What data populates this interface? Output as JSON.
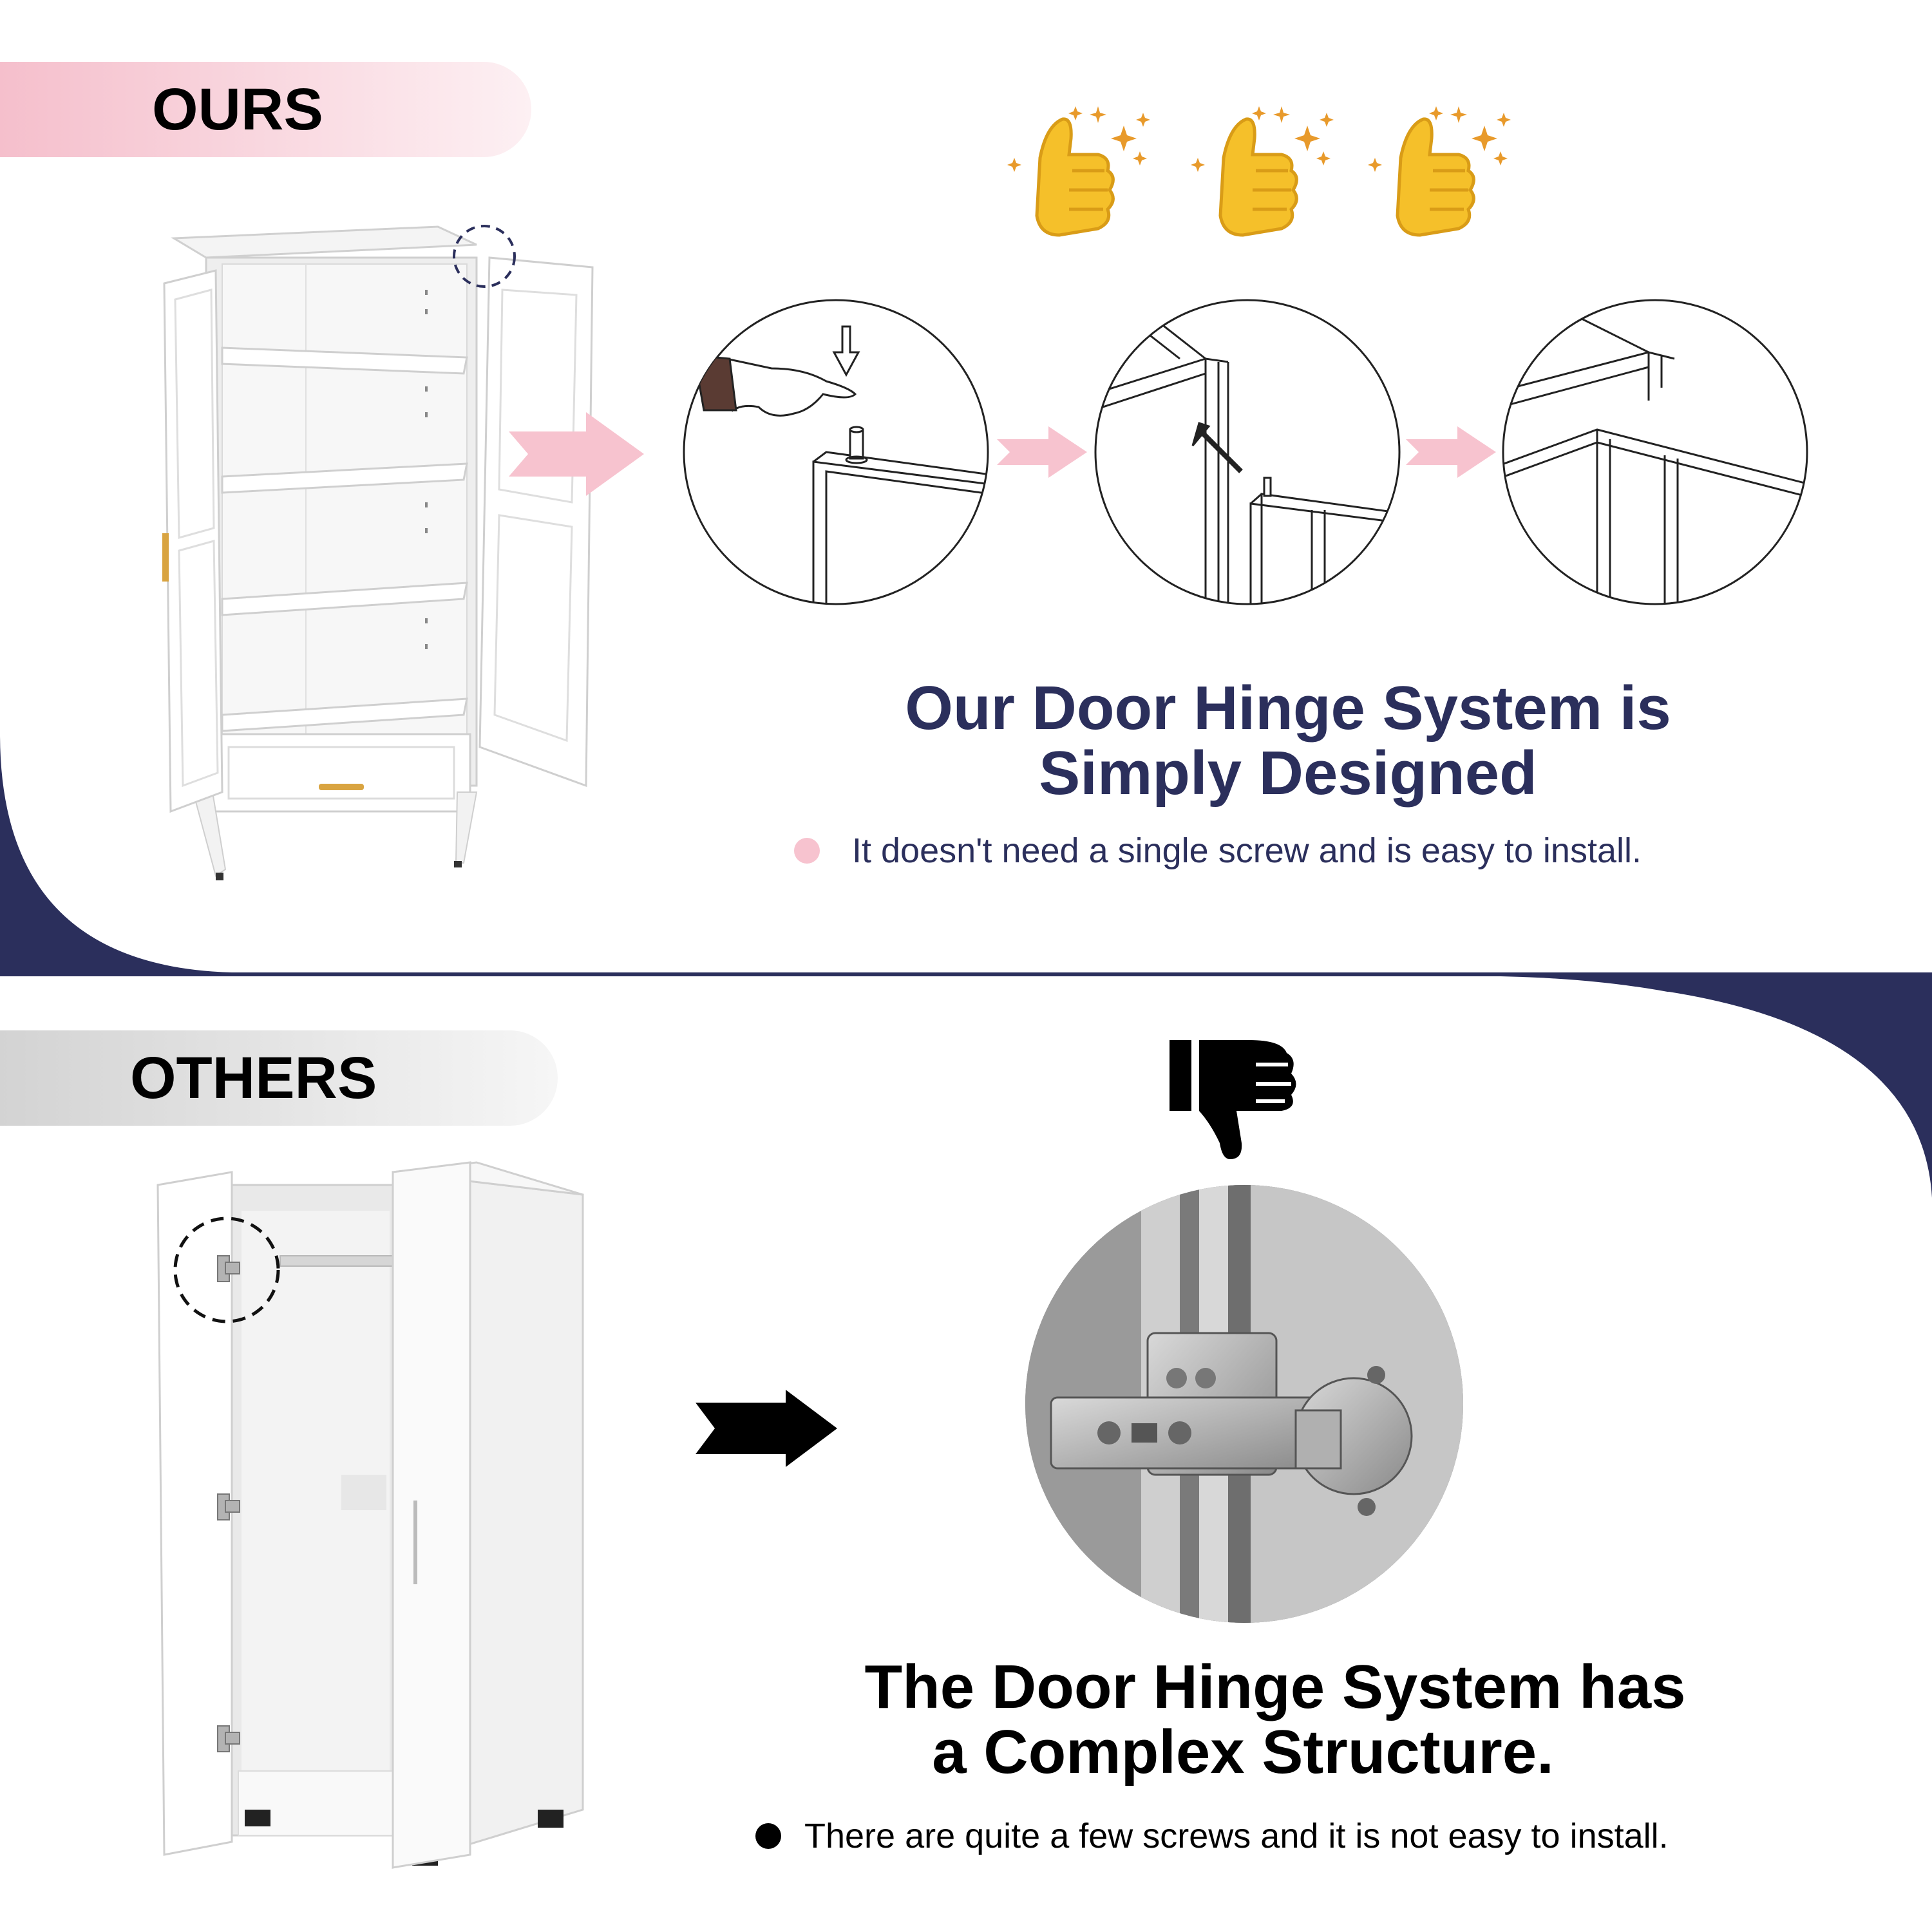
{
  "colors": {
    "navy": "#2b2f5c",
    "pink_tag_start": "#f5bfcc",
    "pink_tag_end": "#fdf0f3",
    "gray_tag_start": "#d3d3d3",
    "gray_tag_end": "#f6f6f6",
    "pink_arrow": "#f7c3cf",
    "pink_dot": "#f7c3cf",
    "black": "#000000",
    "emoji_yellow": "#f5c02a",
    "sparkle_orange": "#e89a2b"
  },
  "ours": {
    "tag_label": "OURS",
    "headline_line1": "Our Door Hinge System is",
    "headline_line2": "Simply Designed",
    "bullet_text": "It doesn't need a single screw and is easy to install.",
    "icons": [
      "thumbs-up-sparkle-icon",
      "thumbs-up-sparkle-icon",
      "thumbs-up-sparkle-icon"
    ]
  },
  "others": {
    "tag_label": "OTHERS",
    "headline_line1": "The Door Hinge System has",
    "headline_line2": "a Complex Structure.",
    "bullet_text": "There are quite a few screws and it is not easy to install.",
    "icon": "thumbs-down-icon"
  }
}
